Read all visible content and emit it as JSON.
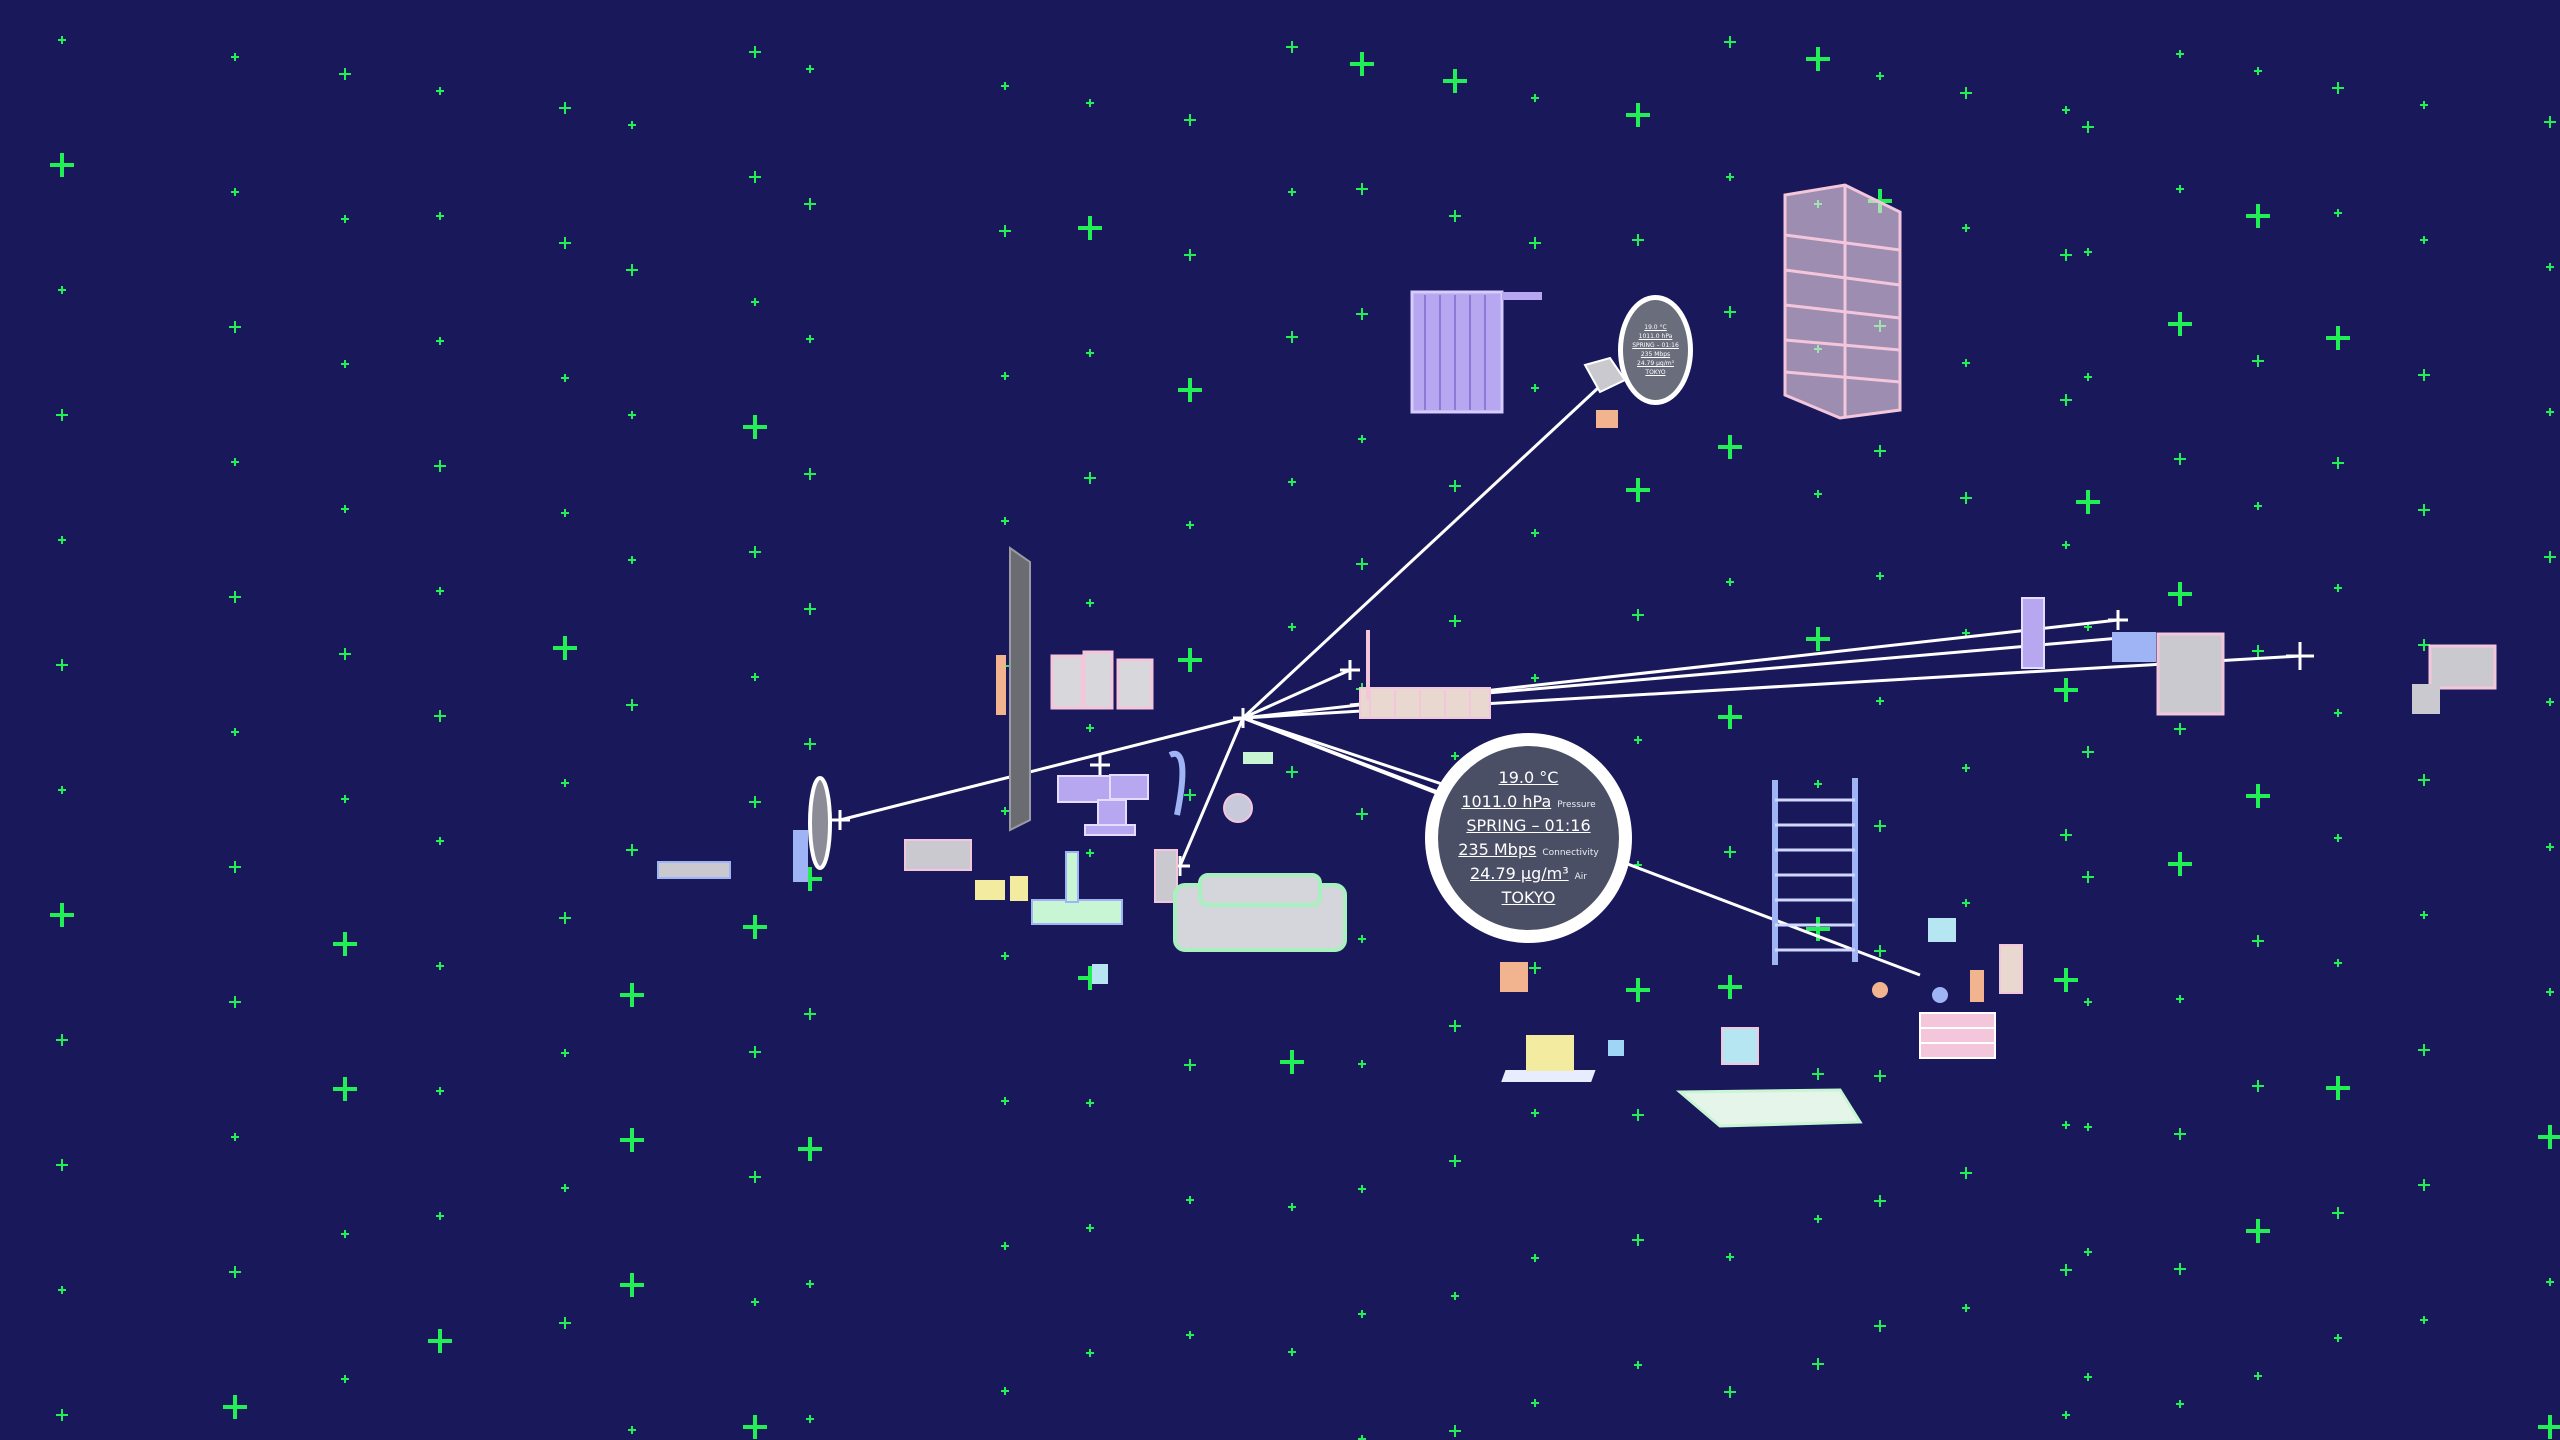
{
  "colors": {
    "background": "#18185a",
    "star": "#22ee55",
    "link_line": "#ffffff",
    "hud_fill": "#4b4f66",
    "furniture_pink": "#f3c6dc",
    "furniture_lavender": "#b7a6f0",
    "furniture_mint": "#c8f5d4",
    "furniture_blue": "#9fb4f5",
    "furniture_peach": "#f2b48e",
    "furniture_yellow": "#f3eba0",
    "furniture_grey": "#c9c9cf"
  },
  "sensor_panel": {
    "temperature": "19.0 °C",
    "pressure": "1011.0 hPa",
    "pressure_tag": "Pressure",
    "season_time": "SPRING – 01:16",
    "connectivity": "235 Mbps",
    "connectivity_tag": "Connectivity",
    "air_quality": "24.79 µg/m³",
    "air_tag": "Air",
    "city": "TOKYO"
  },
  "scene_objects": [
    {
      "name": "building-tower",
      "icon": "tower-icon"
    },
    {
      "name": "curtain-panel",
      "icon": "curtain-icon"
    },
    {
      "name": "ladder",
      "icon": "ladder-icon"
    },
    {
      "name": "sofa",
      "icon": "sofa-icon"
    },
    {
      "name": "floor-mat",
      "icon": "mat-icon"
    },
    {
      "name": "bookshelf",
      "icon": "shelf-icon"
    },
    {
      "name": "room-divider",
      "icon": "wall-icon"
    },
    {
      "name": "office-desk",
      "icon": "desk-icon"
    }
  ]
}
